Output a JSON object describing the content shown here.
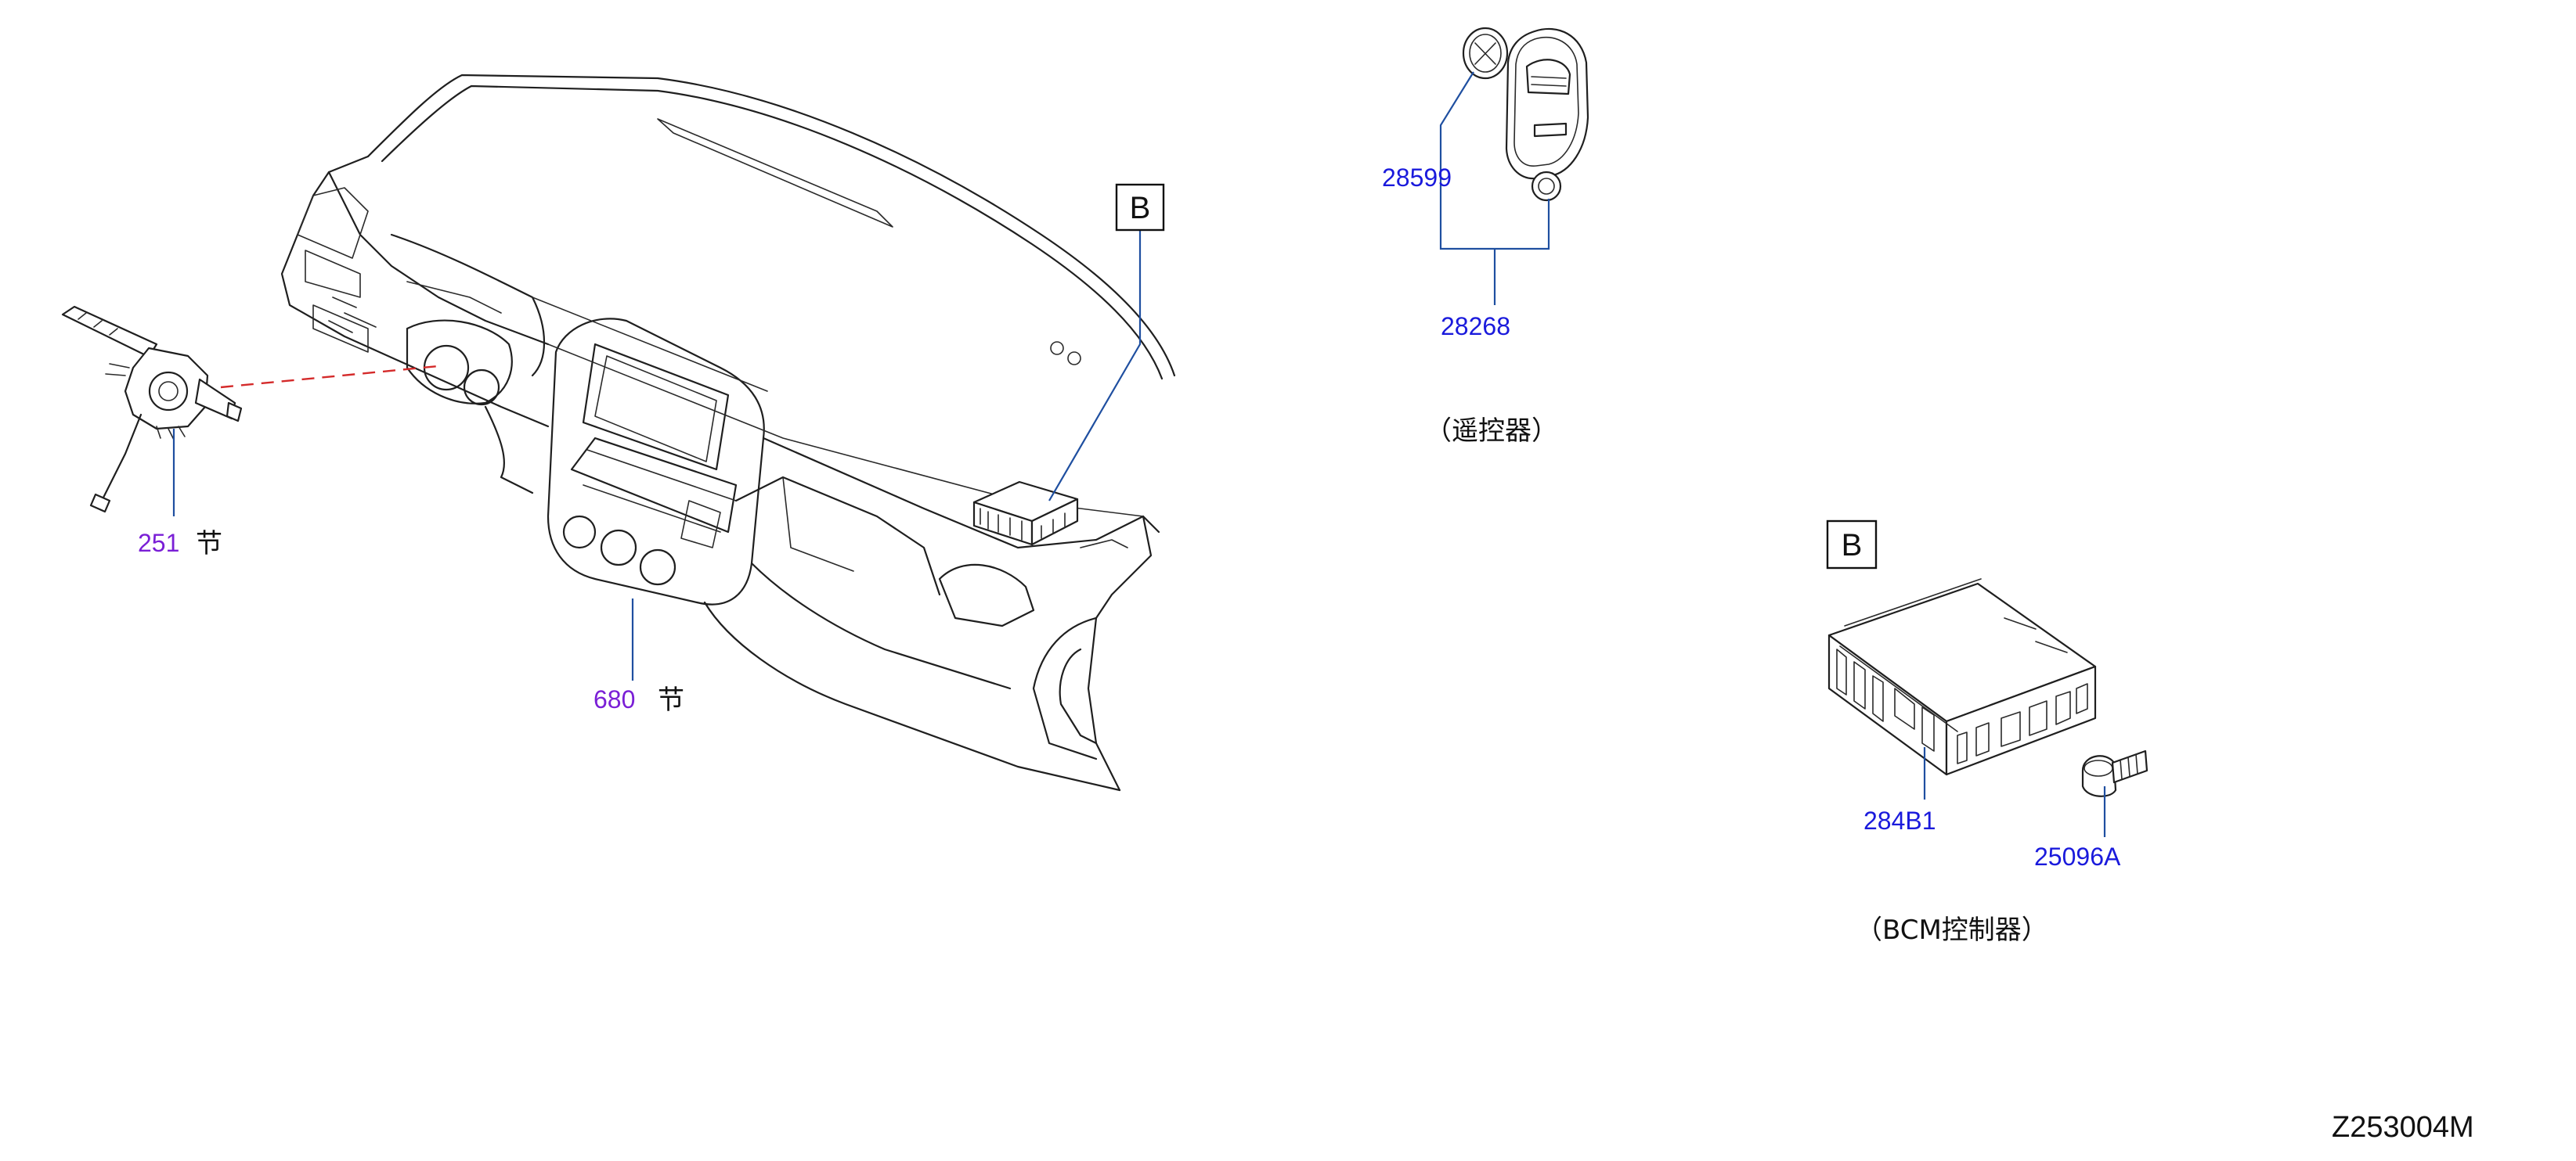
{
  "diagram": {
    "code": "Z253004M",
    "ref_box_label": "B",
    "parts": {
      "switch": {
        "number": "251",
        "suffix": "节"
      },
      "dashboard": {
        "number": "680",
        "suffix": "节"
      },
      "key_cap": {
        "number": "28599"
      },
      "remote_set": {
        "number": "28268"
      },
      "bcm": {
        "number": "284B1"
      },
      "bolt": {
        "number": "25096A"
      }
    },
    "group_labels": {
      "remote": "（遥控器）",
      "bcm": "（BCM控制器）"
    },
    "colors": {
      "part_number": "#1a1adc",
      "section_number": "#7a1fd6",
      "leader_line": "#1f4fa0",
      "dashed_line": "#d42a2a"
    }
  }
}
